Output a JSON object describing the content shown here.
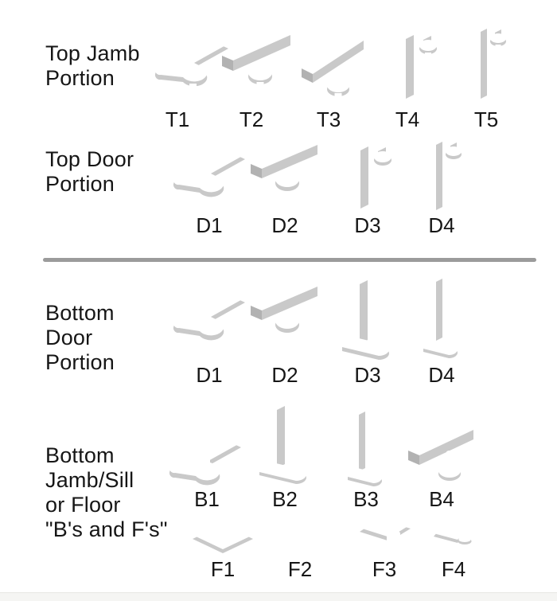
{
  "diagram": {
    "description": "Pivot hinge parts identification chart",
    "colors": {
      "line": "#2e2e2e",
      "side_shading": "#c9c9c9",
      "text": "#161616",
      "divider": "#9b9b9b",
      "footer_band": "#f5f5f3",
      "background": "#ffffff"
    },
    "sections": [
      {
        "title_lines": [
          "Top Jamb",
          "Portion"
        ],
        "parts": [
          {
            "label": "T1",
            "figure": "flat-l-strap-pivot-pin-down"
          },
          {
            "label": "T2",
            "figure": "offset-l-strap-pivot-pin-down"
          },
          {
            "label": "T3",
            "figure": "angled-l-strap-pivot-pin-down"
          },
          {
            "label": "T4",
            "figure": "jamb-plate-top-arm-pin-down"
          },
          {
            "label": "T5",
            "figure": "narrow-jamb-plate-top-arm-pin-down"
          }
        ]
      },
      {
        "title_lines": [
          "Top Door",
          "Portion"
        ],
        "parts": [
          {
            "label": "D1",
            "figure": "flat-l-strap-socket"
          },
          {
            "label": "D2",
            "figure": "offset-l-strap-socket"
          },
          {
            "label": "D3",
            "figure": "door-plate-top-arm-socket"
          },
          {
            "label": "D4",
            "figure": "narrow-door-plate-top-arm-socket"
          }
        ]
      },
      {
        "title_lines": [
          "Bottom",
          "Door",
          "Portion"
        ],
        "parts": [
          {
            "label": "D1",
            "figure": "flat-l-strap-socket"
          },
          {
            "label": "D2",
            "figure": "offset-l-strap-socket"
          },
          {
            "label": "D3",
            "figure": "door-plate-bottom-foot-socket"
          },
          {
            "label": "D4",
            "figure": "narrow-door-plate-bottom-foot-socket"
          }
        ]
      },
      {
        "title_lines": [
          "Bottom",
          "Jamb/Sill",
          "or Floor",
          "\"B's and F's\""
        ],
        "parts": [
          {
            "label": "B1",
            "figure": "flat-l-strap-pivot-pin-up"
          },
          {
            "label": "B2",
            "figure": "jamb-plate-bottom-foot-pin-up"
          },
          {
            "label": "B3",
            "figure": "narrow-jamb-plate-bottom-foot-pin-up"
          },
          {
            "label": "B4",
            "figure": "offset-strap-pivot-pin-up"
          }
        ],
        "floor_parts": [
          {
            "label": "F1",
            "figure": "square-floor-plate-pivot-stud"
          },
          {
            "label": "F2",
            "figure": "threaded-pivot-stud"
          },
          {
            "label": "F3",
            "figure": "rect-floor-plate-pivot-stud"
          },
          {
            "label": "F4",
            "figure": "oblong-floor-plate-pivot-stud"
          }
        ]
      }
    ]
  }
}
